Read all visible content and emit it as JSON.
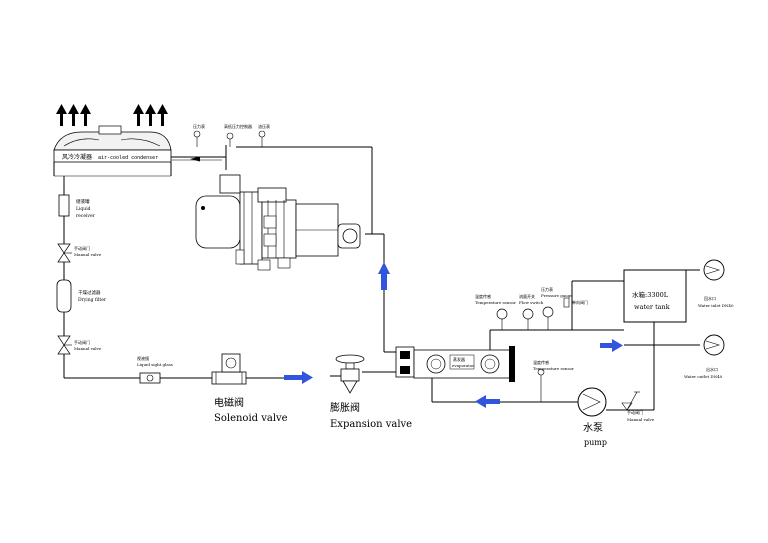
{
  "condenser": {
    "label_cn": "风冷冷凝器",
    "label_en": "air-cooled condenser"
  },
  "gauges_top": {
    "a": "压力表",
    "b": "高低压力控制器",
    "c": "油压表"
  },
  "receiver": {
    "label_cn": "储液罐",
    "label_en_1": "Liquid",
    "label_en_2": "receiver"
  },
  "manual_valve_1": {
    "label_cn": "手动阀门",
    "label_en": "Manual valve"
  },
  "drying_filter": {
    "label_cn": "干燥过滤器",
    "label_en": "Drying filter"
  },
  "manual_valve_2": {
    "label_cn": "手动阀门",
    "label_en": "Manual valve"
  },
  "sight_glass": {
    "label_cn": "视液镜",
    "label_en": "Liquid sight glass"
  },
  "solenoid": {
    "label_cn": "电磁阀",
    "label_en": "Solenoid valve"
  },
  "expansion": {
    "label_cn": "膨胀阀",
    "label_en": "Expansion valve"
  },
  "evaporator": {
    "label_cn": "蒸发器",
    "label_en": "evaporator"
  },
  "sensors": {
    "temp_left": {
      "label_cn": "温度传感",
      "label_en": "Temperature sensor"
    },
    "flow_switch": {
      "label_cn": "流量开关",
      "label_en": "Flow switch"
    },
    "pressure_gauge": {
      "label_cn": "压力表",
      "label_en": "Pressure gauge"
    },
    "check_valve": {
      "label": "单向阀门"
    },
    "temp_bottom": {
      "label_cn": "温度传感",
      "label_en": "Temperature sensor"
    }
  },
  "tank": {
    "label_cn": "水箱:3300L",
    "label_en": "water tank"
  },
  "water_inlet": {
    "label_cn": "回水口",
    "label_en": "Water inlet DN40"
  },
  "water_outlet": {
    "label_cn": "出水口",
    "label_en": "Water outlet DN40"
  },
  "pump": {
    "label_cn": "水泵",
    "label_en": "pump"
  },
  "manual_valve_3": {
    "label_cn": "手动阀门",
    "label_en": "Manual valve"
  }
}
